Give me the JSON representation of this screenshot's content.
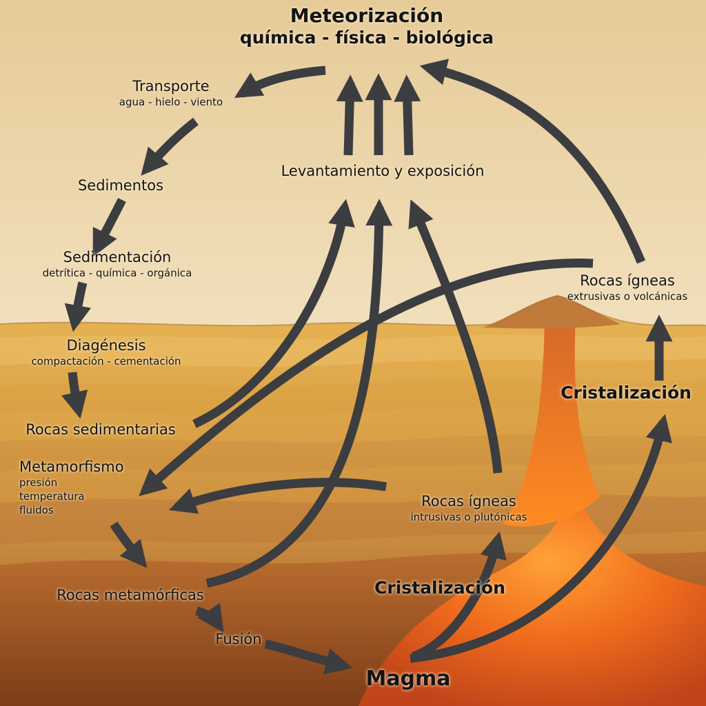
{
  "colors": {
    "sky_top": "#e8cfa0",
    "sky_bottom": "#f3e3c4",
    "layer_light": "#e2b257",
    "layer_mid": "#d59a3b",
    "layer_dark": "#b4682a",
    "deep_rock": "#9a4a1c",
    "magma_core": "#ff8a1e",
    "magma_edge": "#e5541a",
    "arrow": "#3b3d40",
    "text": "#141414"
  },
  "title": {
    "main": "Meteorización",
    "sub": "química - física - biológica"
  },
  "transporte": {
    "title": "Transporte",
    "sub": "agua - hielo - viento"
  },
  "sedimentos": {
    "title": "Sedimentos"
  },
  "sedimentacion": {
    "title": "Sedimentación",
    "sub": "detrítica - química - orgánica"
  },
  "diagenesis": {
    "title": "Diagénesis",
    "sub": "compactación - cementación"
  },
  "rocas_sedimentarias": {
    "title": "Rocas sedimentarias"
  },
  "metamorfismo": {
    "title": "Metamorfismo",
    "factors": [
      "presión",
      "temperatura",
      "fluidos"
    ]
  },
  "rocas_metamorficas": {
    "title": "Rocas metamórficas"
  },
  "fusion": {
    "title": "Fusión"
  },
  "magma": {
    "title": "Magma"
  },
  "levantamiento": {
    "title": "Levantamiento y exposición"
  },
  "rocas_igneas_extrusivas": {
    "title": "Rocas ígneas",
    "sub": "extrusivas o volcánicas"
  },
  "cristalizacion_derecha": {
    "title": "Cristalización"
  },
  "rocas_igneas_intrusivas": {
    "title": "Rocas ígneas",
    "sub": "intrusivas o plutónicas"
  },
  "cristalizacion_centro": {
    "title": "Cristalización"
  }
}
